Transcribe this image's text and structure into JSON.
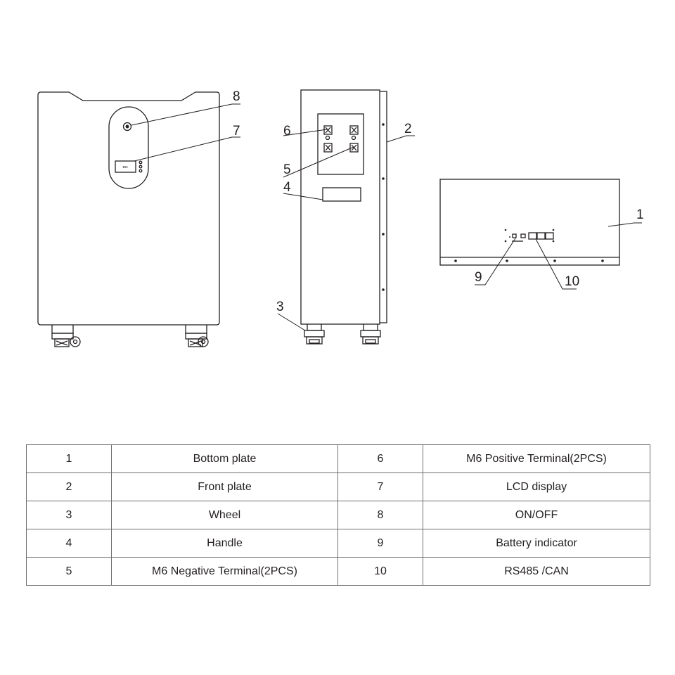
{
  "callouts": {
    "c1": "1",
    "c2": "2",
    "c3": "3",
    "c4": "4",
    "c5": "5",
    "c6": "6",
    "c7": "7",
    "c8": "8",
    "c9": "9",
    "c10": "10"
  },
  "lcd_text": "•••",
  "parts_table": {
    "rows": [
      {
        "num_a": "1",
        "name_a": "Bottom plate",
        "num_b": "6",
        "name_b": "M6 Positive Terminal(2PCS)"
      },
      {
        "num_a": "2",
        "name_a": "Front plate",
        "num_b": "7",
        "name_b": "LCD display"
      },
      {
        "num_a": "3",
        "name_a": "Wheel",
        "num_b": "8",
        "name_b": "ON/OFF"
      },
      {
        "num_a": "4",
        "name_a": "Handle",
        "num_b": "9",
        "name_b": "Battery indicator"
      },
      {
        "num_a": "5",
        "name_a": "M6 Negative Terminal(2PCS)",
        "num_b": "10",
        "name_b": "RS485 /CAN"
      }
    ]
  },
  "colors": {
    "line": "#231f20",
    "table_border": "#6d6e71",
    "background": "#ffffff"
  }
}
